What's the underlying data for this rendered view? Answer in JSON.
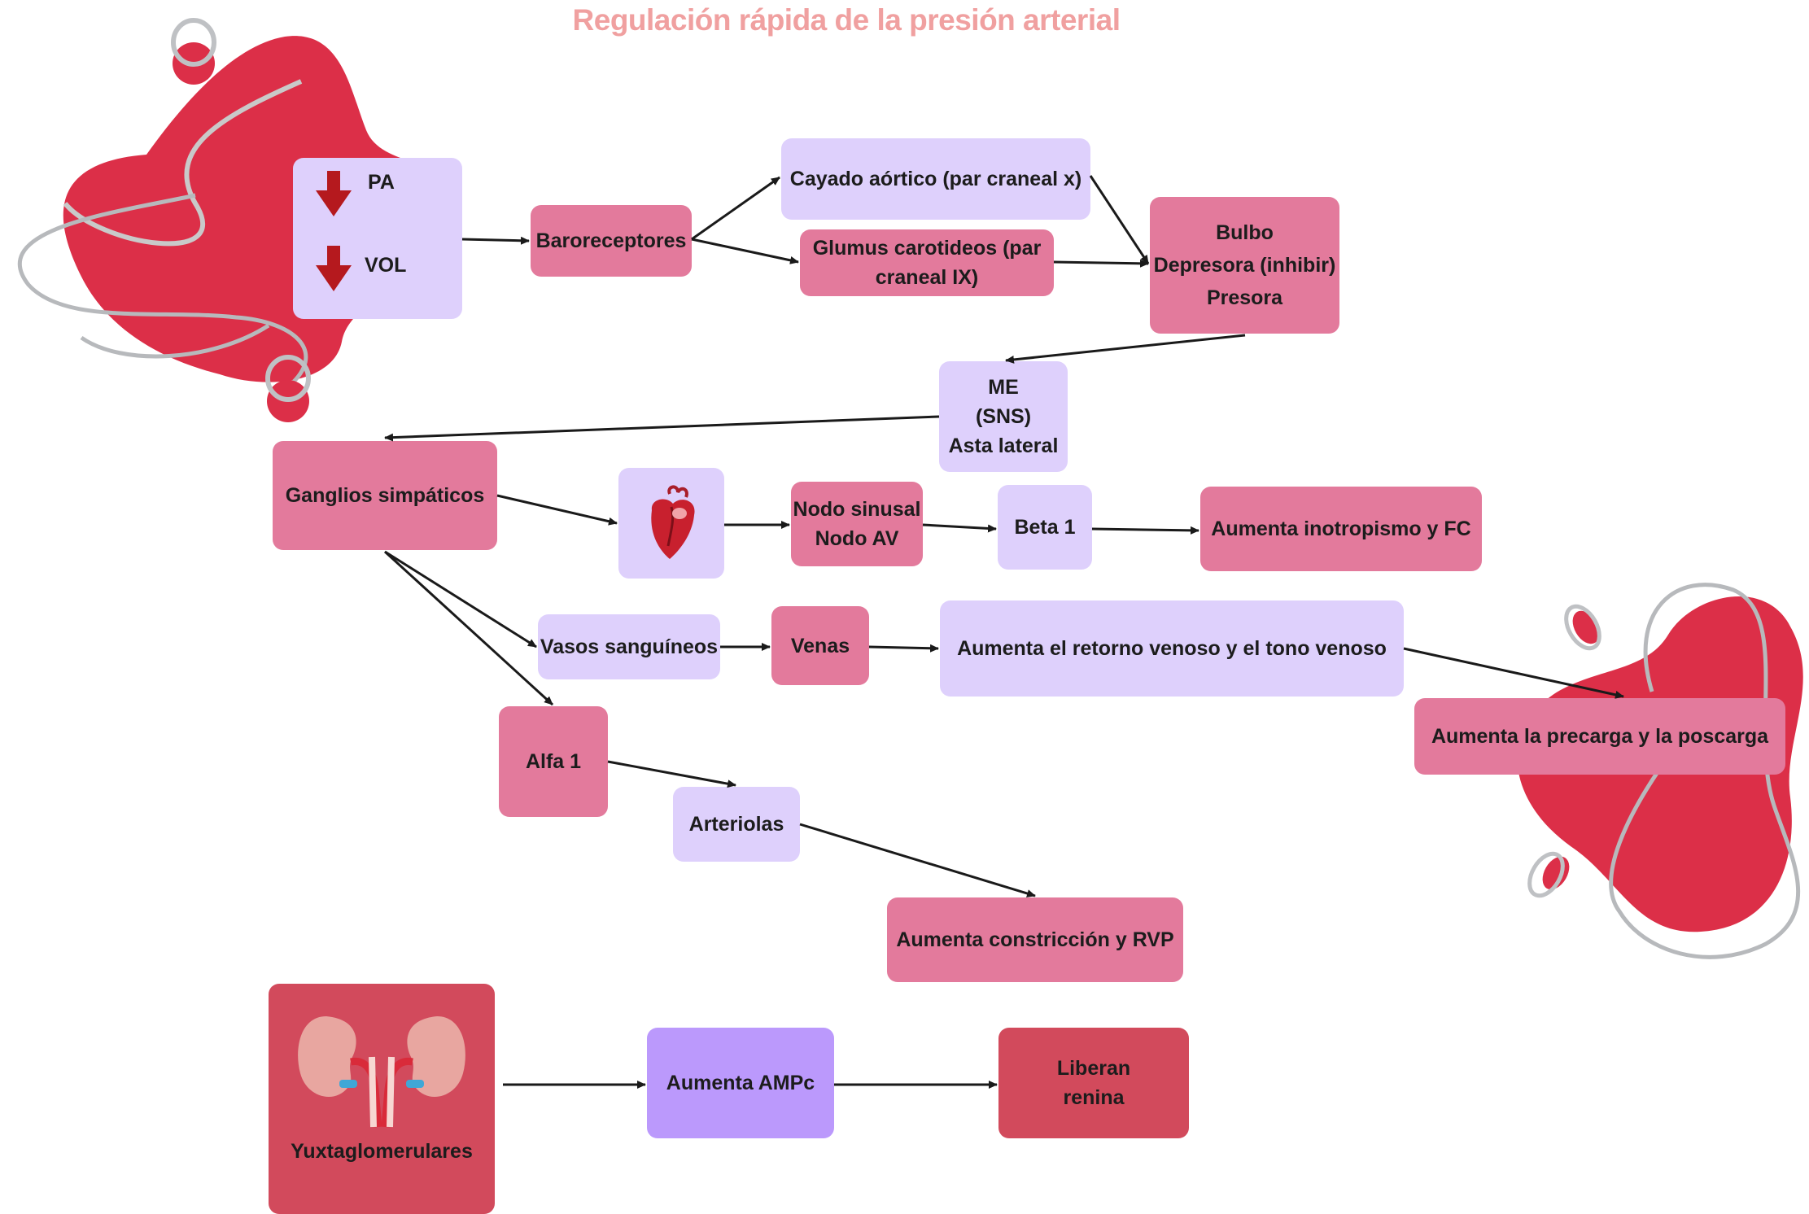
{
  "title": "Regulación rápida de la presión arterial",
  "colors": {
    "title": "#f0a0a0",
    "pink_box": "#e37a9c",
    "lavender_box": "#ded0fc",
    "violet_box": "#bb99fc",
    "red_box": "#d24a5c",
    "blob": "#dc2f48",
    "down_arrow": "#b5191e",
    "edge": "#1a1a1a"
  },
  "nodes": {
    "pa_vol": {
      "line1": "PA",
      "line2": "VOL",
      "icon": "down-arrow-icon"
    },
    "baroreceptores": {
      "label": "Baroreceptores"
    },
    "cayado": {
      "label": "Cayado aórtico (par craneal x)"
    },
    "glomus": {
      "line1": "Glumus carotideos (par",
      "line2": "craneal IX)"
    },
    "bulbo": {
      "line1": "Bulbo",
      "line2": "Depresora (inhibir)",
      "line3": "Presora"
    },
    "me": {
      "line1": "ME",
      "line2": "(SNS)",
      "line3": "Asta lateral"
    },
    "ganglios": {
      "label": "Ganglios simpáticos"
    },
    "corazon": {
      "icon": "heart-icon"
    },
    "nodo": {
      "line1": "Nodo sinusal",
      "line2": "Nodo AV"
    },
    "beta1": {
      "label": "Beta 1"
    },
    "inotropismo": {
      "label": "Aumenta inotropismo y FC"
    },
    "vasos": {
      "label": "Vasos sanguíneos"
    },
    "venas": {
      "label": "Venas"
    },
    "retorno": {
      "label": "Aumenta el retorno venoso y el tono venoso"
    },
    "precarga": {
      "label": "Aumenta la precarga y la poscarga"
    },
    "alfa1": {
      "label": "Alfa 1"
    },
    "arteriolas": {
      "label": "Arteriolas"
    },
    "constriccion": {
      "label": "Aumenta constricción y RVP"
    },
    "yuxta": {
      "label": "Yuxtaglomerulares",
      "icon": "kidneys-icon"
    },
    "ampc": {
      "label": "Aumenta AMPc"
    },
    "renina": {
      "line1": "Liberan",
      "line2": "renina"
    }
  }
}
